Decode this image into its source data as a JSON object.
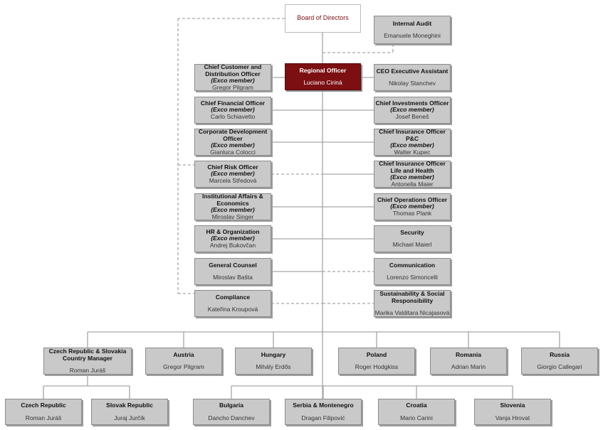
{
  "board": {
    "title": "Board of Directors"
  },
  "internal_audit": {
    "title": "Internal Audit",
    "person": "Emanuele Moneghini"
  },
  "regional_officer": {
    "title": "Regional Officer",
    "person": "Luciano Cirinà"
  },
  "exco_label": "(Exco member)",
  "left_officers": [
    {
      "title": "Chief Customer and Distribution Officer",
      "exco": true,
      "person": "Gregor Pilgram"
    },
    {
      "title": "Chief Financial Officer",
      "exco": true,
      "person": "Carlo Schiavetto"
    },
    {
      "title": "Corporate Development Officer",
      "exco": true,
      "person": "Gianluca Colocci"
    },
    {
      "title": "Chief Risk Officer",
      "exco": true,
      "person": "Marcela Středová"
    },
    {
      "title": "Institutional Affairs & Economics",
      "exco": true,
      "person": "Miroslav Singer"
    },
    {
      "title": "HR & Organization",
      "exco": true,
      "person": "Andrej Bukovčan"
    },
    {
      "title": "General Counsel",
      "exco": false,
      "person": "Miroslav Bašta"
    },
    {
      "title": "Compliance",
      "exco": false,
      "person": "Kateřina Kroupová"
    }
  ],
  "right_officers": [
    {
      "title": "CEO Executive Assistant",
      "exco": false,
      "person": "Nikolay Stanchev"
    },
    {
      "title": "Chief Investments Officer",
      "exco": true,
      "person": "Josef Beneš"
    },
    {
      "title": "Chief Insurance Officer P&C",
      "exco": true,
      "person": "Walter Kupec"
    },
    {
      "title": "Chief Insurance Officer Life and Health",
      "exco": true,
      "person": "Antonella Maier"
    },
    {
      "title": "Chief Operations Officer",
      "exco": true,
      "person": "Thomas Plank"
    },
    {
      "title": "Security",
      "exco": false,
      "person": "Michael Maierl"
    },
    {
      "title": "Communication",
      "exco": false,
      "person": "Lorenzo Simoncelli"
    },
    {
      "title": "Sustainability & Social Responsibility",
      "exco": false,
      "person": "Marika Valditara Nicajasová"
    }
  ],
  "countries_row1": [
    {
      "title": "Czech Republic & Slovakia Country Manager",
      "person": "Roman Juráš"
    },
    {
      "title": "Austria",
      "person": "Gregor Pilgram"
    },
    {
      "title": "Hungary",
      "person": "Mihály Erdős"
    },
    {
      "title": "Poland",
      "person": "Roger Hodgkiss"
    },
    {
      "title": "Romania",
      "person": "Adrian Marin"
    },
    {
      "title": "Russia",
      "person": "Giorgio Callegari"
    }
  ],
  "countries_row2": [
    {
      "title": "Czech Republic",
      "person": "Roman Juráš"
    },
    {
      "title": "Slovak Republic",
      "person": "Juraj Jurčík"
    },
    {
      "title": "Bulgaria",
      "person": "Dancho Danchev"
    },
    {
      "title": "Serbia & Montenegro",
      "person": "Dragan Filipović"
    },
    {
      "title": "Croatia",
      "person": "Mario Carini"
    },
    {
      "title": "Slovenia",
      "person": "Vanja Hrovat"
    }
  ],
  "colors": {
    "box_fill": "#c9c9c9",
    "accent": "#7b0f12",
    "line": "#a6a6a6"
  }
}
